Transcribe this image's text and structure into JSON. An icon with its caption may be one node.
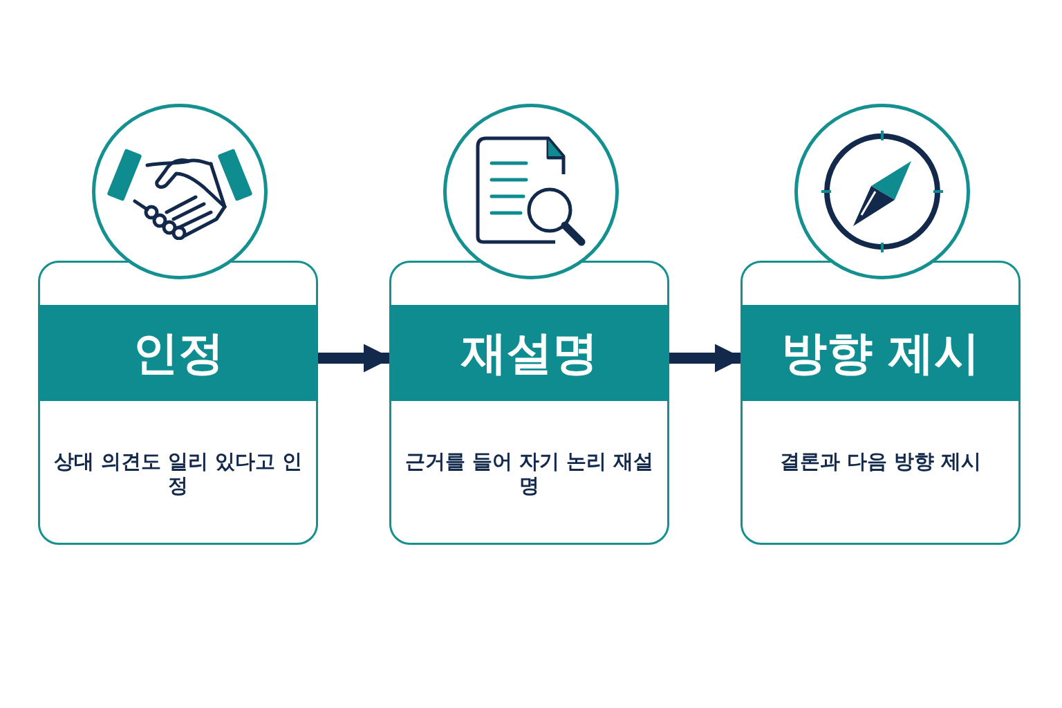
{
  "diagram": {
    "nodes": [
      {
        "text": [
          "인정",
          "상대 의견도 일리 있다고 인정"
        ]
      },
      {
        "text": [
          "재설명",
          "근거를 들어 자기 논리 재설명"
        ]
      },
      {
        "text": [
          "방향 제시",
          "결론과 다음 방향 제시"
        ]
      }
    ],
    "edges": [
      {
        "from": 0,
        "to": 1,
        "arrow": "to"
      },
      {
        "from": 1,
        "to": 2,
        "arrow": "to"
      }
    ]
  }
}
